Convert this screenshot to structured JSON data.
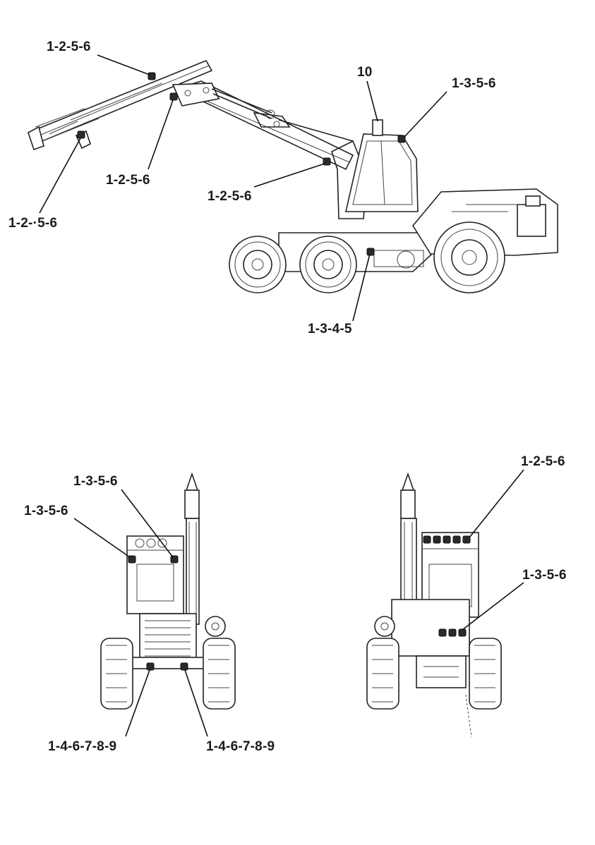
{
  "side_view": {
    "callouts": {
      "boom_tip": "1-2-5-6",
      "boom_mid": "1-2-5-6",
      "boom_head": "1-2-·5-6",
      "boom_base": "1-2-5-6",
      "cab_top": "10",
      "cab_roof": "1-3-5-6",
      "frame": "1-3-4-5"
    }
  },
  "front_view": {
    "callouts": {
      "roof_right": "1-3-5-6",
      "roof_left": "1-3-5-6",
      "bumper_left": "1-4-6-7-8-9",
      "bumper_right": "1-4-6-7-8-9"
    }
  },
  "rear_view": {
    "callouts": {
      "roof_light_bar": "1-2-5-6",
      "rear_lights": "1-3-5-6"
    }
  },
  "colors": {
    "line": "#222222",
    "lamp": "#2a2a2a",
    "background": "#ffffff"
  }
}
